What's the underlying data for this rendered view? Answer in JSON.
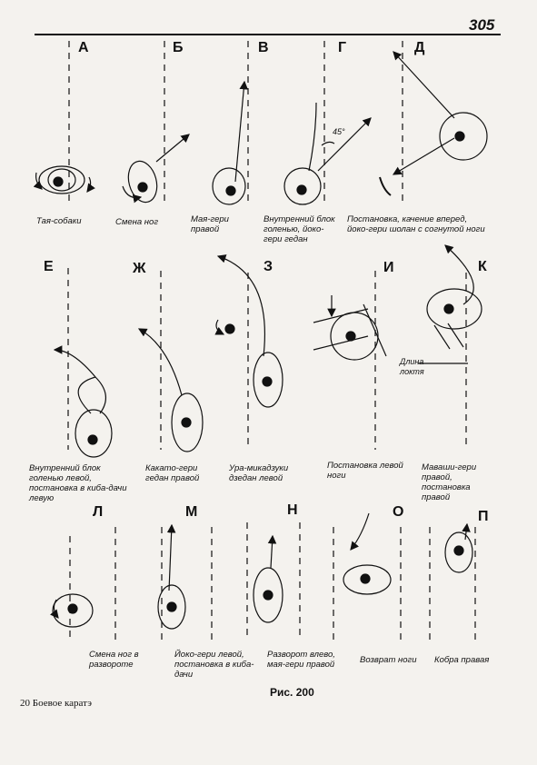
{
  "page_number": "305",
  "figure_caption": "Рис. 200",
  "footer": "20 Боевое каратэ",
  "panels": [
    {
      "letter": "А",
      "caption": "Тая-собаки"
    },
    {
      "letter": "Б",
      "caption": "Смена ног"
    },
    {
      "letter": "В",
      "caption": "Мая-гери\nправой"
    },
    {
      "letter": "Г",
      "caption": "Внутренний блок\nголенью, йоко-\nгери гедан"
    },
    {
      "letter": "Д",
      "caption": "Постановка, качение вперед,\nйоко-гери шолан с согнутой ноги"
    },
    {
      "letter": "Е",
      "caption": "Внутренний блок\nголенью левой,\nпостановка в киба-дачи\nлевую"
    },
    {
      "letter": "Ж",
      "caption": "Какато-гери\nгедан правой"
    },
    {
      "letter": "З",
      "caption": "Ура-микадзуки\nдзедан левой"
    },
    {
      "letter": "И",
      "caption": "Постановка левой\nноги"
    },
    {
      "letter": "К",
      "caption": "Маваши-гери\nправой,\nпостановка\nправой"
    },
    {
      "letter": "Л",
      "caption": "Смена ног в\nразвороте"
    },
    {
      "letter": "М",
      "caption": "Йоко-гери левой,\nпостановка в киба-\nдачи"
    },
    {
      "letter": "Н",
      "caption": "Разворот влево,\nмая-гери правой"
    },
    {
      "letter": "О",
      "caption": "Возврат ноги"
    },
    {
      "letter": "П",
      "caption": "Кобра правая"
    }
  ],
  "annotations": {
    "angle": "45°",
    "elbow_length": "Длина\nлоктя"
  }
}
